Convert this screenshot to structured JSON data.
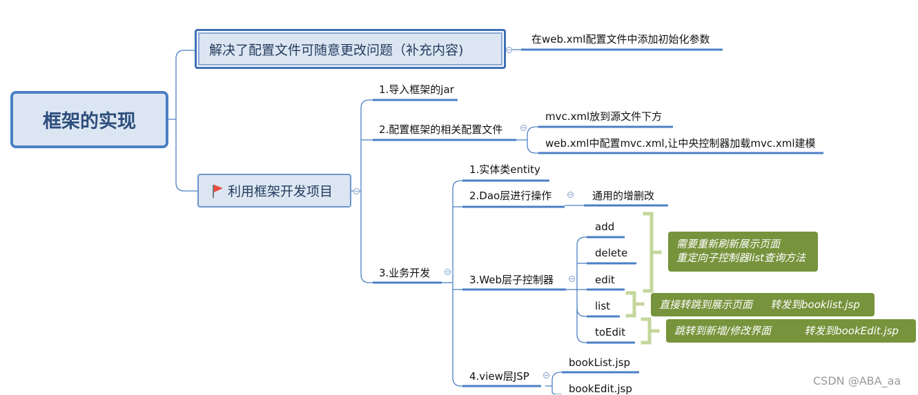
{
  "root": {
    "title": "框架的实现"
  },
  "topics": {
    "config": {
      "title": "解决了配置文件可随意更改问题（补充内容)",
      "child": "在web.xml配置文件中添加初始化参数"
    },
    "dev": {
      "title": "利用框架开发项目",
      "flag_color": "#e84c3d",
      "step1": "1.导入框架的jar",
      "step2": {
        "title": "2.配置框架的相关配置文件",
        "items": [
          "mvc.xml放到源文件下方",
          "web.xml中配置mvc.xml,让中央控制器加载mvc.xml建模"
        ]
      },
      "step3": {
        "title": "3.业务开发",
        "entity": "1.实体类entity",
        "dao": {
          "title": "2.Dao层进行操作",
          "child": "通用的增删改"
        },
        "web": {
          "title": "3.Web层子控制器",
          "methods": [
            "add",
            "delete",
            "edit",
            "list",
            "toEdit"
          ]
        },
        "view": {
          "title": "4.view层JSP",
          "pages": [
            "bookList.jsp",
            "bookEdit.jsp"
          ]
        }
      }
    }
  },
  "notes": {
    "refresh": [
      "需要重新刷新展示页面",
      "重定向子控制器list查询方法"
    ],
    "list": [
      "直接转跳到展示页面",
      "转发到booklist.jsp"
    ],
    "toEdit": [
      "跳转到新增/修改界面",
      "转发到bookEdit.jsp"
    ]
  },
  "colors": {
    "line": "#4a7fc4",
    "bracket": "#c4d79b",
    "note_bg": "#77933c",
    "node_bg": "#dce6f2"
  },
  "watermark": "CSDN @ABA_aa"
}
